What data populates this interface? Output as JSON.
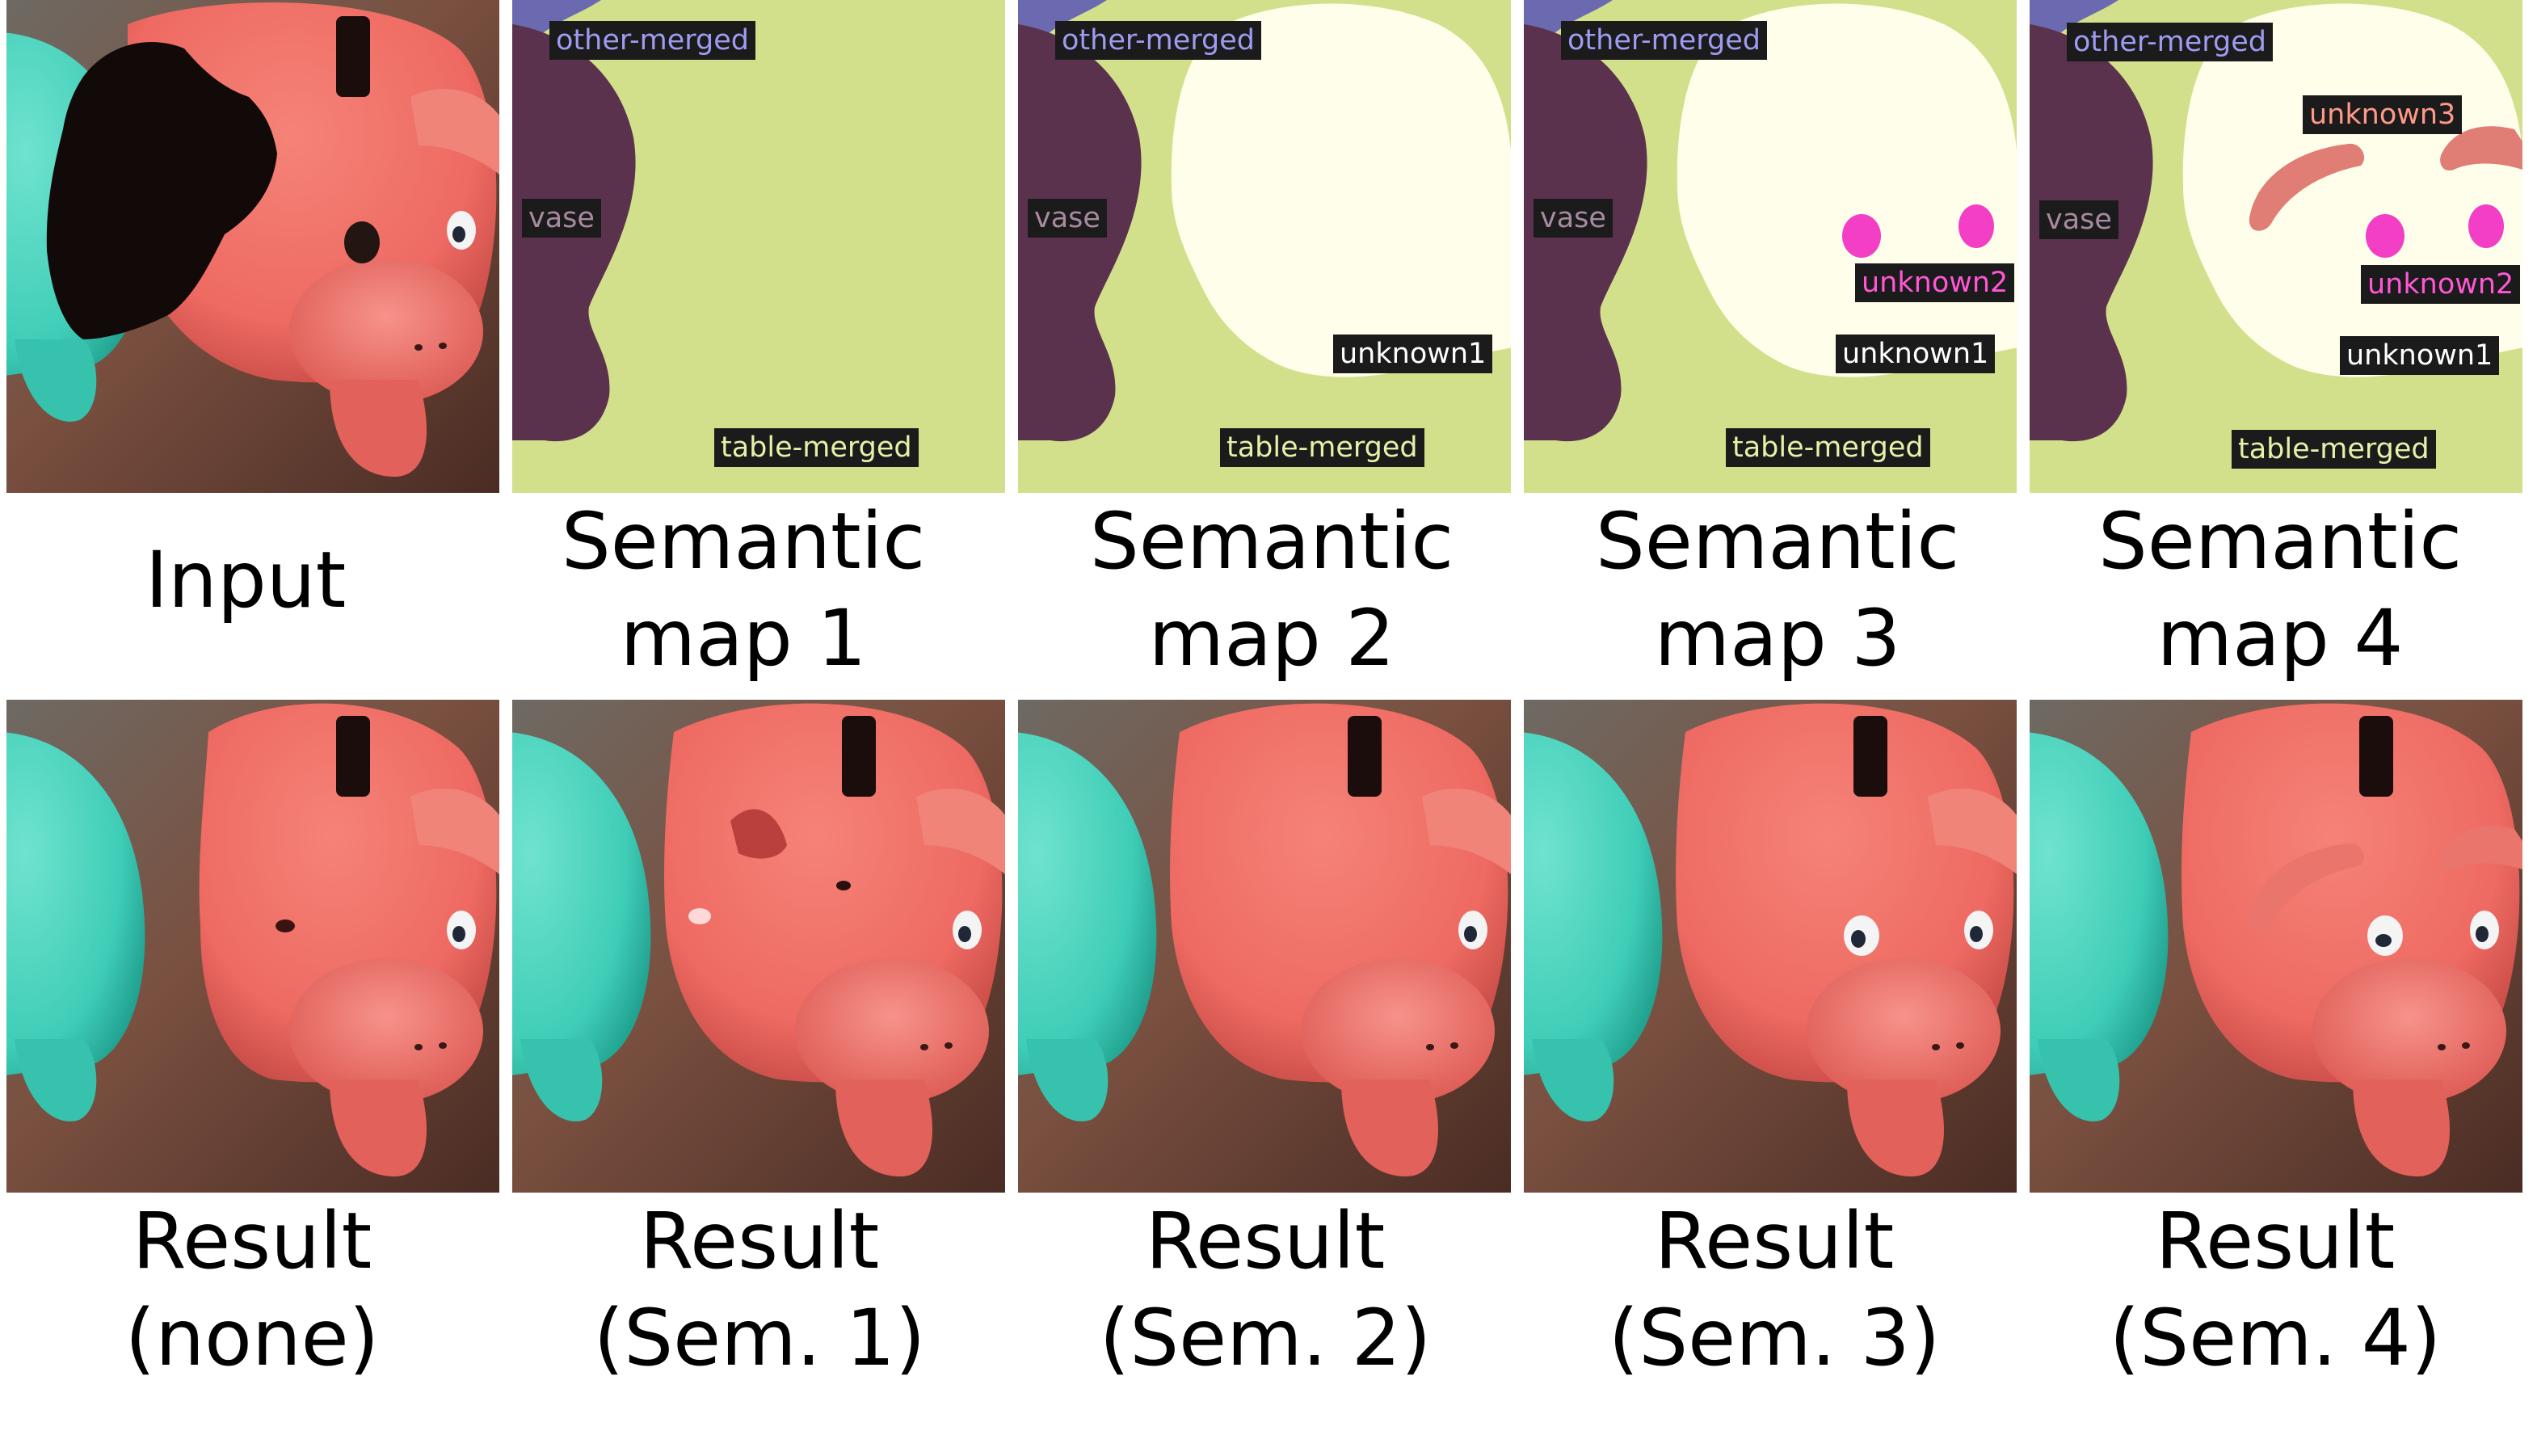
{
  "top_row": {
    "input_caption": [
      "Input"
    ],
    "maps": [
      {
        "caption": [
          "Semantic",
          "map 1"
        ],
        "labels": {
          "other": "other-merged",
          "vase": "vase",
          "table": "table-merged"
        }
      },
      {
        "caption": [
          "Semantic",
          "map 2"
        ],
        "labels": {
          "other": "other-merged",
          "vase": "vase",
          "unknown1": "unknown1",
          "table": "table-merged"
        }
      },
      {
        "caption": [
          "Semantic",
          "map 3"
        ],
        "labels": {
          "other": "other-merged",
          "vase": "vase",
          "unknown2": "unknown2",
          "unknown1": "unknown1",
          "table": "table-merged"
        }
      },
      {
        "caption": [
          "Semantic",
          "map  4"
        ],
        "labels": {
          "other": "other-merged",
          "unknown3": "unknown3",
          "vase": "vase",
          "unknown2": "unknown2",
          "unknown1": "unknown1",
          "table": "table-merged"
        }
      }
    ]
  },
  "bottom_row": {
    "captions": [
      [
        "Result",
        "(none)"
      ],
      [
        "Result",
        "(Sem. 1)"
      ],
      [
        "Result",
        "(Sem. 2)"
      ],
      [
        "Result",
        "(Sem. 3)"
      ],
      [
        "Result",
        "(Sem. 4)"
      ]
    ]
  },
  "colors": {
    "table": "#d2e08c",
    "vase": "#5b324d",
    "other": "#6b6ab0",
    "unknown1": "#fffeea",
    "unknown2": "#f23fc6",
    "unknown3": "#e07d74",
    "label_other_text": "#9d9cf0",
    "label_vase_text": "#a88aa0",
    "label_table_text": "#e6f0a8",
    "label_unknown1_text": "#ffffff",
    "label_unknown2_text": "#ff56d6",
    "label_unknown3_text": "#ff9a8a"
  }
}
